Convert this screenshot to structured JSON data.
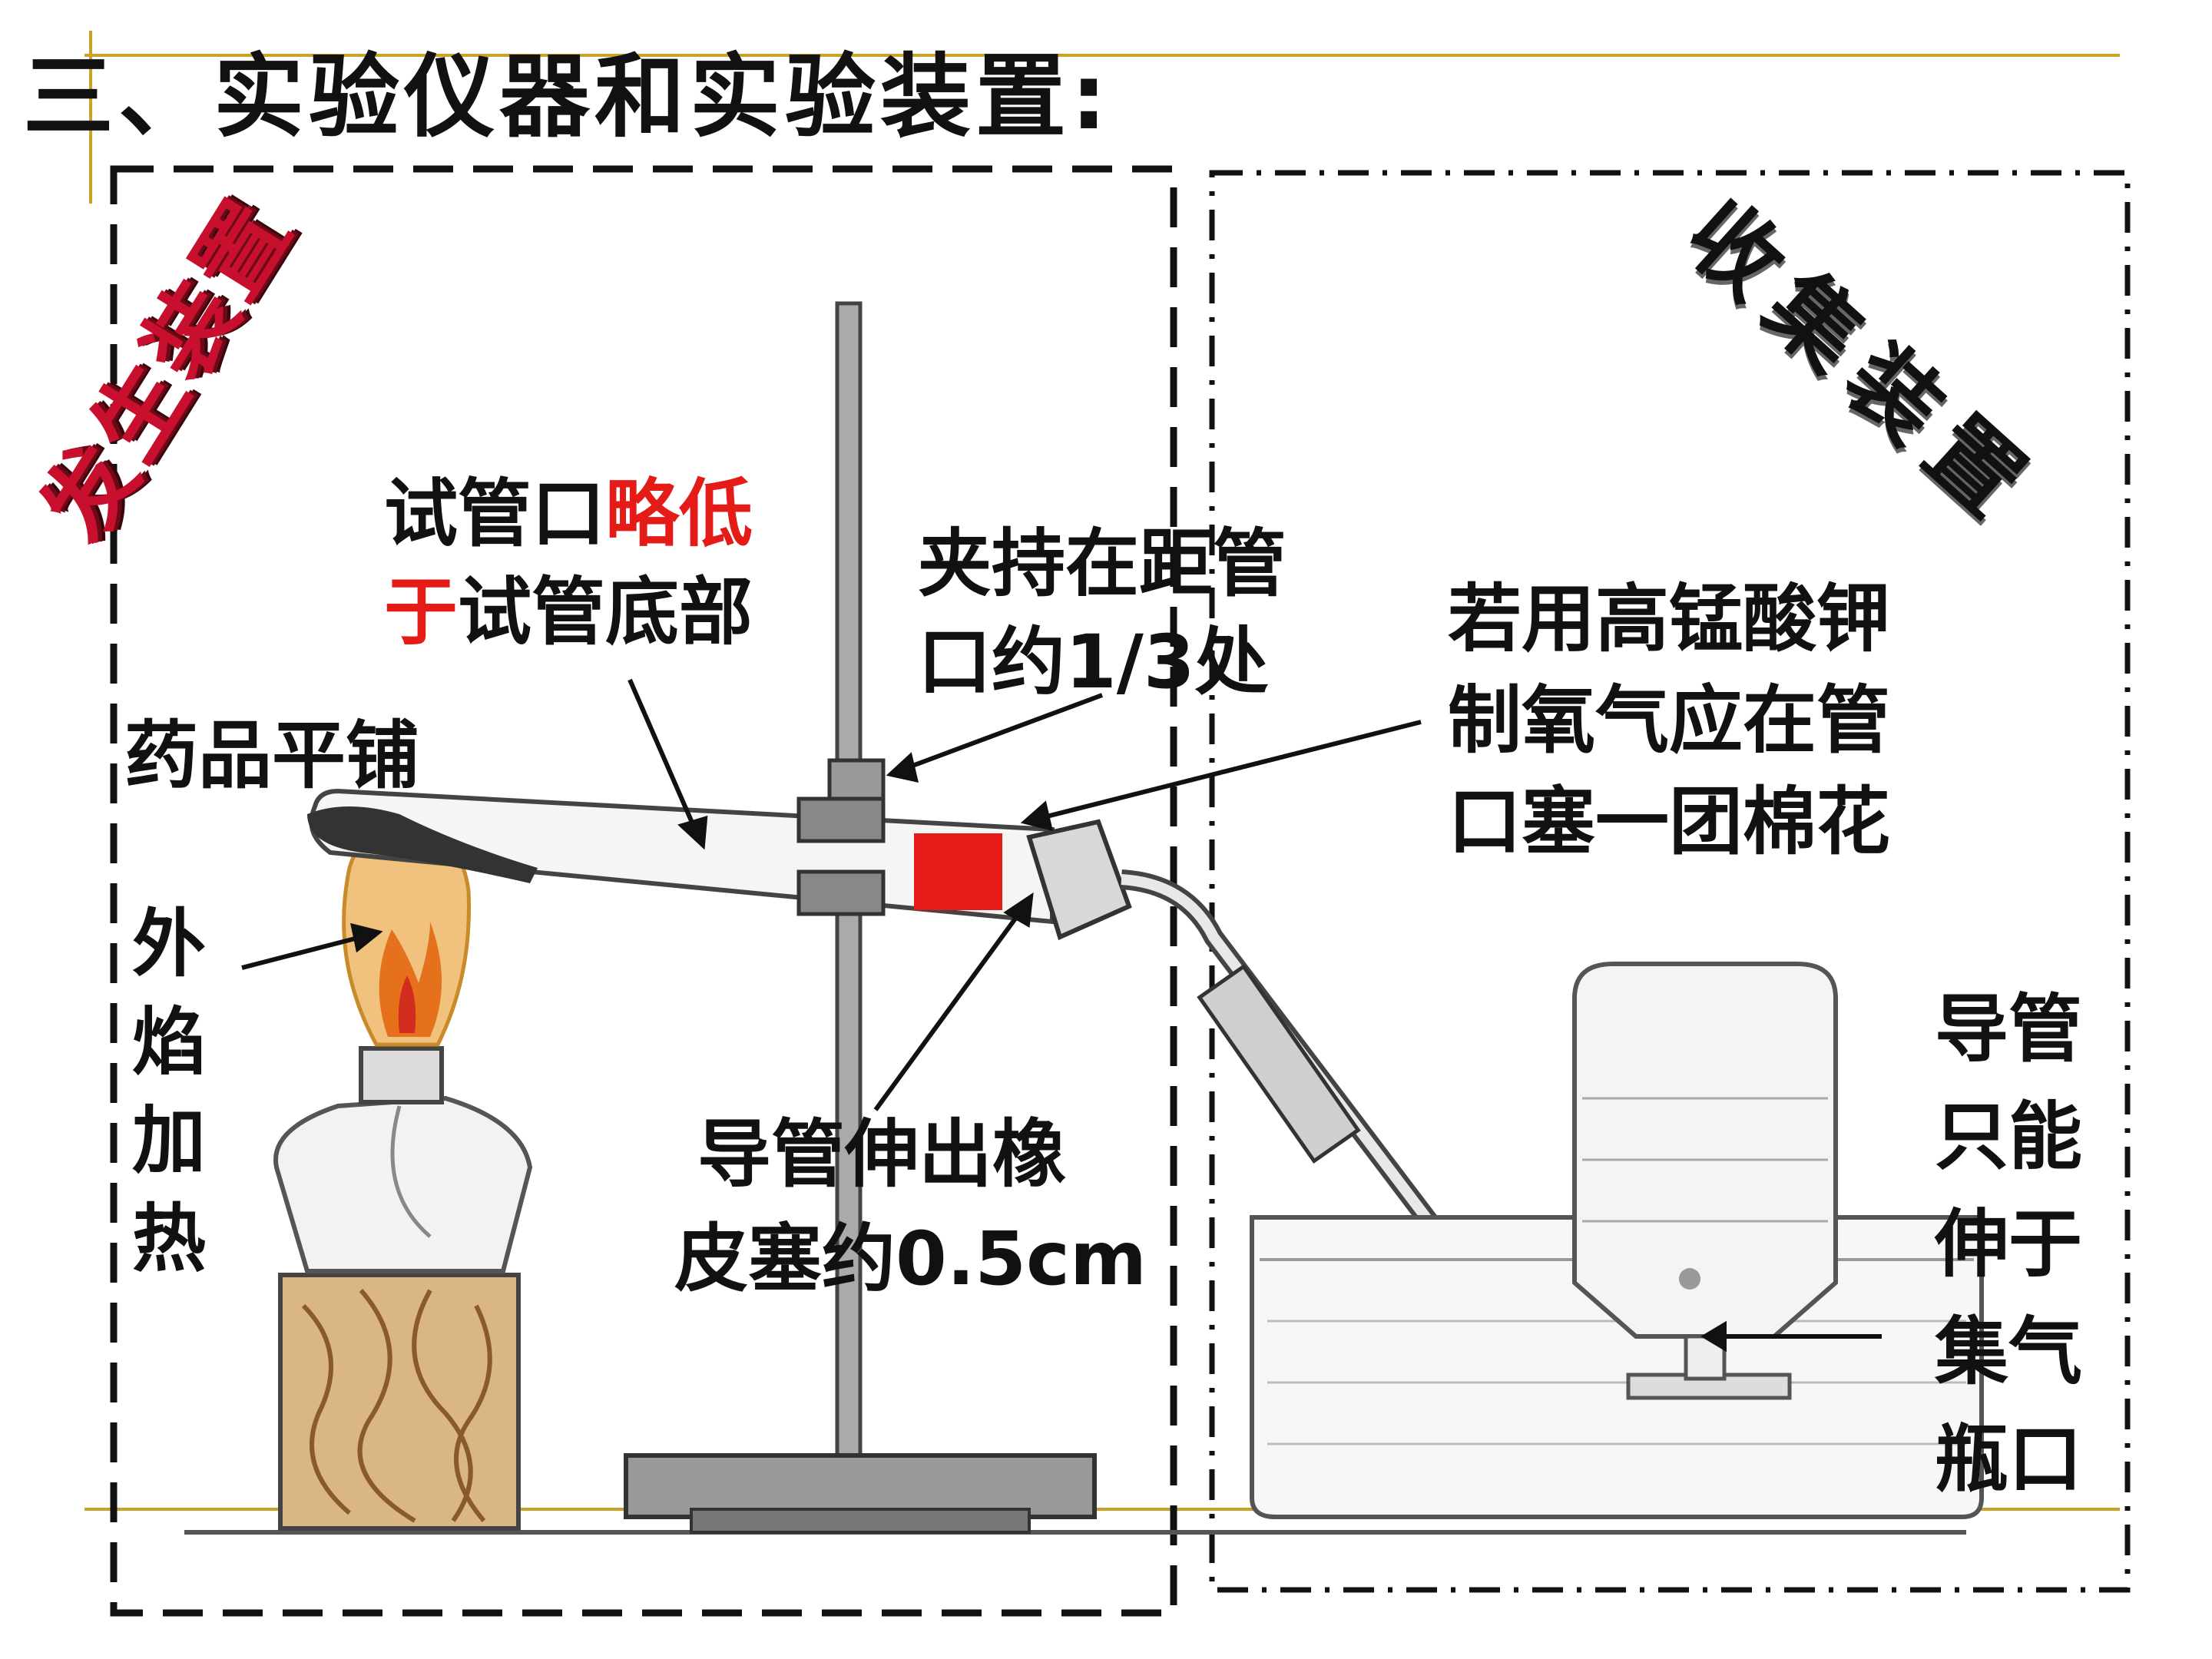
{
  "title": "三、实验仪器和实验装置:",
  "sections": {
    "generation": "发生装置",
    "collection": "收集装置"
  },
  "labels": {
    "tube_mouth_line1_a": "试管口",
    "tube_mouth_line1_b": "略低",
    "tube_mouth_line2_a": "于",
    "tube_mouth_line2_b": "试管底部",
    "clamp_line1": "夹持在距管",
    "clamp_line2": "口约1/3处",
    "cotton_line1": "若用高锰酸钾",
    "cotton_line2": "制氧气应在管",
    "cotton_line3": "口塞一团棉花",
    "spread": "药品平铺",
    "outer_flame": "外焰加热",
    "tube_out_line1": "导管伸出橡",
    "tube_out_line2": "皮塞约0.5cm",
    "collect_note": "导管只能伸于集气瓶口"
  },
  "colors": {
    "accent_red": "#e41b17",
    "frame_line": "#c9a227",
    "text": "#111111"
  }
}
